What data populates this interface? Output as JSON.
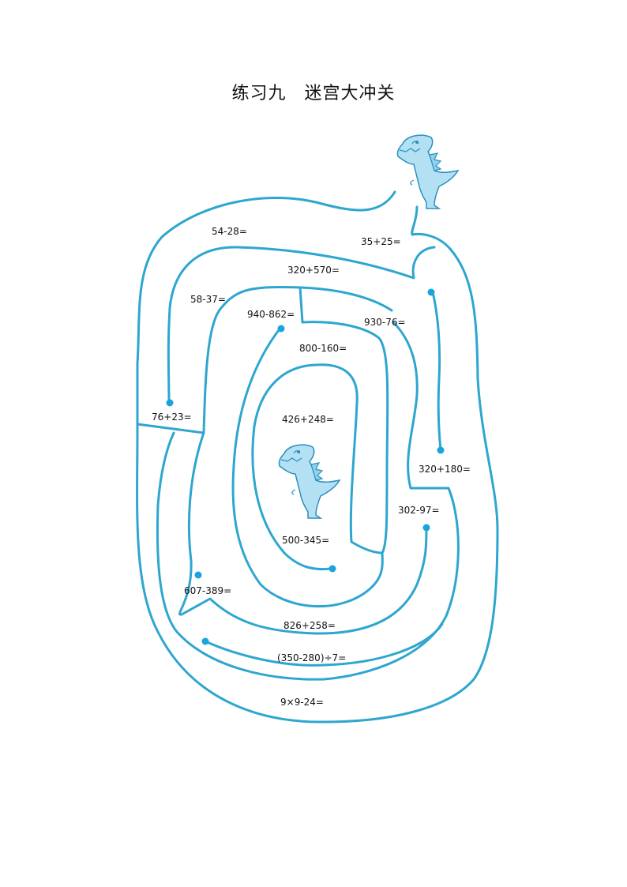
{
  "title": "练习九　迷宫大冲关",
  "problems": [
    {
      "id": "p1",
      "text": "54-28="
    },
    {
      "id": "p2",
      "text": "35+25="
    },
    {
      "id": "p3",
      "text": "320+570="
    },
    {
      "id": "p4",
      "text": "58-37="
    },
    {
      "id": "p5",
      "text": "940-862="
    },
    {
      "id": "p6",
      "text": "930-76="
    },
    {
      "id": "p7",
      "text": "800-160="
    },
    {
      "id": "p8",
      "text": "426+248="
    },
    {
      "id": "p9",
      "text": "76+23="
    },
    {
      "id": "p10",
      "text": "320+180="
    },
    {
      "id": "p11",
      "text": "302-97="
    },
    {
      "id": "p12",
      "text": "500-345="
    },
    {
      "id": "p13",
      "text": "607-389="
    },
    {
      "id": "p14",
      "text": "826+258="
    },
    {
      "id": "p15",
      "text": "(350-280)÷7="
    },
    {
      "id": "p16",
      "text": "9×9-24="
    }
  ],
  "colors": {
    "maze_line": "#2ea6cf",
    "dot": "#1ba3dc",
    "dino_fill": "#b3e1f3"
  },
  "icons": [
    "dinosaur-icon-start",
    "dinosaur-icon-goal"
  ]
}
